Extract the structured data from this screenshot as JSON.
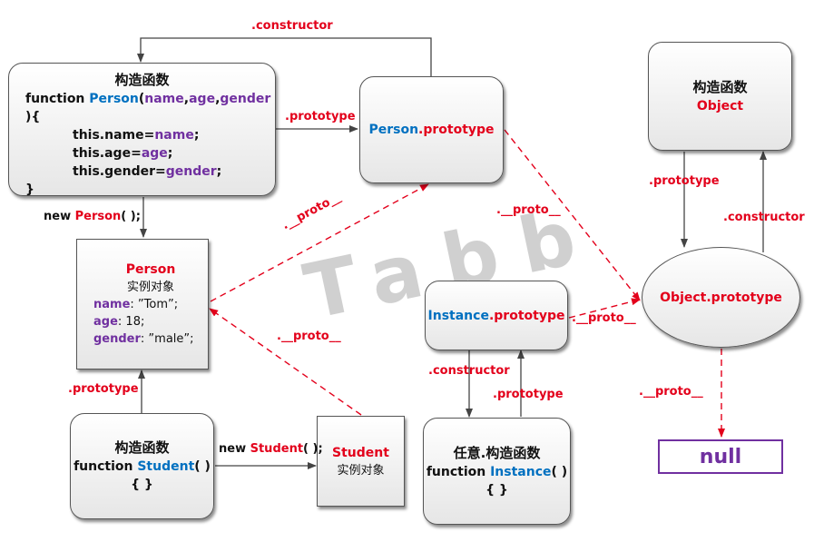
{
  "colors": {
    "accent_red": "#e3001b",
    "accent_blue": "#0070c0",
    "accent_purple": "#7030a0",
    "line_gray": "#444444"
  },
  "watermark": "Tabb",
  "person_ctor": {
    "title": "构造函数",
    "line1_kw": "function ",
    "line1_name": "Person",
    "line1_open": "(",
    "p_name": "name",
    "comma1": ",",
    "p_age": "age",
    "comma2": ",",
    "p_gender": "gender",
    "line1_close": " ){",
    "l2_prefix": "this.name=",
    "l2_val": "name",
    "l2_end": ";",
    "l3_prefix": "this.age=",
    "l3_val": "age",
    "l3_end": ";",
    "l4_prefix": "this.gender=",
    "l4_val": "gender",
    "l4_end": ";",
    "close": "}"
  },
  "person_proto": {
    "name": "Person",
    "suffix": ".prototype"
  },
  "object_ctor": {
    "title": "构造函数",
    "name": "Object"
  },
  "object_proto": {
    "label": "Object.prototype"
  },
  "person_instance": {
    "name": "Person",
    "subtitle": "实例对象",
    "k1": "name",
    "v1": ": ”Tom”;",
    "k2": "age",
    "v2": ": 18;",
    "k3": "gender",
    "v3": ": ”male”;"
  },
  "instance_proto": {
    "name": "Instance",
    "suffix": ".prototype"
  },
  "student_ctor": {
    "title": "构造函数",
    "kw": "function ",
    "name": "Student",
    "tail": "( ){ }"
  },
  "student_instance": {
    "name": "Student",
    "subtitle": "实例对象"
  },
  "any_ctor": {
    "title": "任意.构造函数",
    "kw": "function ",
    "name": "Instance",
    "tail": "( ){ }"
  },
  "null_box": {
    "label": "null"
  },
  "edge_labels": {
    "constructor_top": ".constructor",
    "prototype_person": ".prototype",
    "new_person_prefix": "new ",
    "new_person_name": "Person",
    "new_person_tail": "( );",
    "proto_inst_to_pp": ".__proto__",
    "proto_pp_to_op": ".__proto__",
    "prototype_object": ".prototype",
    "constructor_object": ".constructor",
    "proto_student_to_person": ".__proto__",
    "proto_ip_to_op": ".__proto__",
    "constructor_instance": ".constructor",
    "prototype_instance": ".prototype",
    "prototype_student": ".prototype",
    "new_student_prefix": "new ",
    "new_student_name": "Student",
    "new_student_tail": "( );",
    "proto_op_to_null": ".__proto__"
  }
}
